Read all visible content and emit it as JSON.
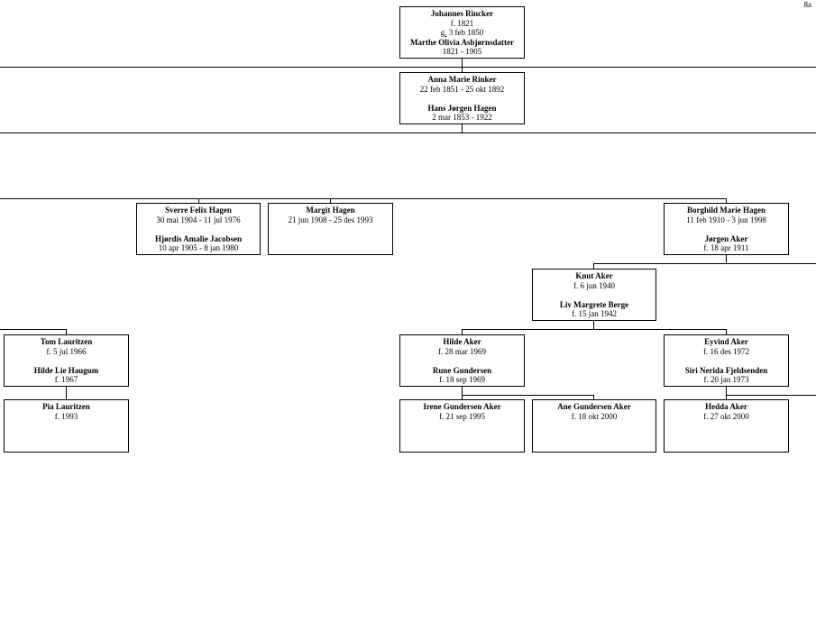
{
  "page_number": "8a",
  "boxes": {
    "johannes": {
      "name": "Johannes Rincker",
      "born": "f. 1821",
      "marriage_prefix": "g.",
      "marriage_date": "3 feb 1850",
      "spouse": "Marthe Olivia Asbjørnsdatter",
      "spouse_dates": "1821 - 1905"
    },
    "anna": {
      "name": "Anna Marie Rinker",
      "dates": "22 feb 1851 - 25 okt 1892",
      "spouse": "Hans Jørgen Hagen",
      "spouse_dates": "2 mar 1853 - 1922"
    },
    "sverre": {
      "name": "Sverre Felix Hagen",
      "dates": "30 mai 1904 - 11 jul 1976",
      "spouse": "Hjørdis Amalie Jacobsen",
      "spouse_dates": "10 apr 1905 - 8 jan 1980"
    },
    "margit": {
      "name": "Margit Hagen",
      "dates": "21 jun 1908 - 25 des 1993"
    },
    "borghild": {
      "name": "Borghild Marie Hagen",
      "dates": "11 feb 1910 - 3 jun 1998",
      "spouse": "Jørgen Aker",
      "spouse_dates": "f. 18 apr 1911"
    },
    "knut": {
      "name": "Knut Aker",
      "dates": "f. 6 jun 1940",
      "spouse": "Liv Margrete Berge",
      "spouse_dates": "f. 15 jan 1942"
    },
    "tom": {
      "name": "Tom Lauritzen",
      "dates": "f. 5 jul 1966",
      "spouse": "Hilde Lie Haugum",
      "spouse_dates": "f. 1967"
    },
    "hilde": {
      "name": "Hilde Aker",
      "dates": "f. 28 mar 1969",
      "spouse": "Rune Gundersen",
      "spouse_dates": "f. 18 sep 1969"
    },
    "eyvind": {
      "name": "Eyvind Aker",
      "dates": "f. 16 des 1972",
      "spouse": "Siri Nerida Fjeldsenden",
      "spouse_dates": "f. 20 jan 1973"
    },
    "pia": {
      "name": "Pia Lauritzen",
      "dates": "f. 1993"
    },
    "irene": {
      "name": "Irene Gundersen Aker",
      "dates": "f. 21 sep 1995"
    },
    "ane": {
      "name": "Ane Gundersen Aker",
      "dates": "f. 18 okt 2000"
    },
    "hedda": {
      "name": "Hedda Aker",
      "dates": "f. 27 okt 2000"
    }
  }
}
